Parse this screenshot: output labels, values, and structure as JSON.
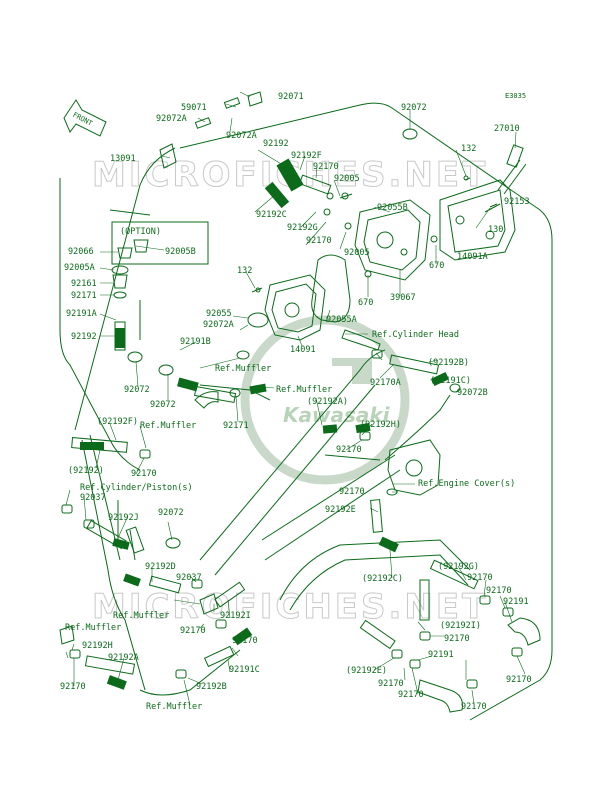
{
  "diagram_code": "E3035",
  "front_label": "FRONT",
  "option_label": "(OPTION)",
  "watermark": {
    "text": "MICROFICHES.NET",
    "brand": "Kawasaki"
  },
  "labels": {
    "l59071": "59071",
    "l92071": "92071",
    "l92072A_top": "92072A",
    "l92072A_top2": "92072A",
    "l92072_top": "92072",
    "l27010": "27010",
    "l13091": "13091",
    "l92192_top": "92192",
    "l92192F_top": "92192F",
    "l92170_a": "92170",
    "l92005_a": "92005",
    "l132_top": "132",
    "l92153": "92153",
    "l92192C_top": "92192C",
    "l92055B": "92055B",
    "l130": "130",
    "l92192G_top": "92192G",
    "l92170_b": "92170",
    "l92005_b": "92005",
    "l670_a": "670",
    "l14091A": "14091A",
    "l92066": "92066",
    "l92005B": "92005B",
    "l92005A": "92005A",
    "l92161": "92161",
    "l92171_a": "92171",
    "l92191A": "92191A",
    "l92192_mid": "92192",
    "l132_mid": "132",
    "l670_b": "670",
    "l39067": "39067",
    "l92055": "92055",
    "l92072A_mid": "92072A",
    "l92055A": "92055A",
    "l14091": "14091",
    "l92191B": "92191B",
    "ref_cyl_head": "Ref.Cylinder Head",
    "l92192B_p": "(92192B)",
    "ref_muffler_1": "Ref.Muffler",
    "l92072_a": "92072",
    "l92072_b": "92072",
    "ref_muffler_2": "Ref.Muffler",
    "l92192A_p": "(92192A)",
    "l92170A": "92170A",
    "l92191C_p": "(92191C)",
    "l92072B": "92072B",
    "l92171_b": "92171",
    "l92192H_p": "(92192H)",
    "l92192F_p": "(92192F)",
    "ref_muffler_3": "Ref.Muffler",
    "l92170_c": "92170",
    "l92192_p": "(92192)",
    "l92170_d": "92170",
    "ref_engine_cover": "Ref.Engine Cover(s)",
    "l92170_e": "92170",
    "ref_cyl_piston": "Ref.Cylinder/Piston(s)",
    "l92037_a": "92037",
    "l92192E": "92192E",
    "l92192J": "92192J",
    "l92072_c": "92072",
    "l92192D": "92192D",
    "l92037_b": "92037",
    "l92192C_p": "(92192C)",
    "l92192G_p": "(92192G)",
    "l92170_f": "92170",
    "l92170_g": "92170",
    "l92191": "92191",
    "ref_muffler_4": "Ref.Muffler",
    "l92192I": "92192I",
    "ref_muffler_5": "Ref.Muffler",
    "l92192I_p": "(92192I)",
    "l92170_h": "92170",
    "l92170_i": "92170",
    "l92192H_b": "92192H",
    "l92191C_b": "92191C",
    "l92192A_b": "92192A",
    "l92192E_p": "(92192E)",
    "l92191_b": "92191",
    "l92170_j": "92170",
    "l92170_k": "92170",
    "l92192B_b": "92192B",
    "l92170_l": "92170",
    "l92170_m": "92170",
    "l92170_n": "92170",
    "ref_muffler_6": "Ref.Muffler",
    "l92170_o": "92170"
  }
}
